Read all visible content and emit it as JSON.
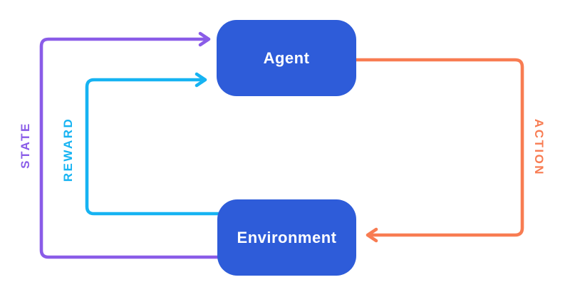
{
  "diagram": {
    "background": "#ffffff",
    "nodes": [
      {
        "id": "agent",
        "label": "Agent",
        "fill": "#2e5cd9",
        "text_color": "#ffffff"
      },
      {
        "id": "environment",
        "label": "Environment",
        "fill": "#2e5cd9",
        "text_color": "#ffffff"
      }
    ],
    "edges": [
      {
        "id": "state",
        "label": "STATE",
        "color": "#8a5ce8",
        "from": "Environment",
        "to": "Agent"
      },
      {
        "id": "reward",
        "label": "REWARD",
        "color": "#16b3f2",
        "from": "Environment",
        "to": "Agent"
      },
      {
        "id": "action",
        "label": "ACTION",
        "color": "#f87c52",
        "from": "Agent",
        "to": "Environment"
      }
    ]
  }
}
